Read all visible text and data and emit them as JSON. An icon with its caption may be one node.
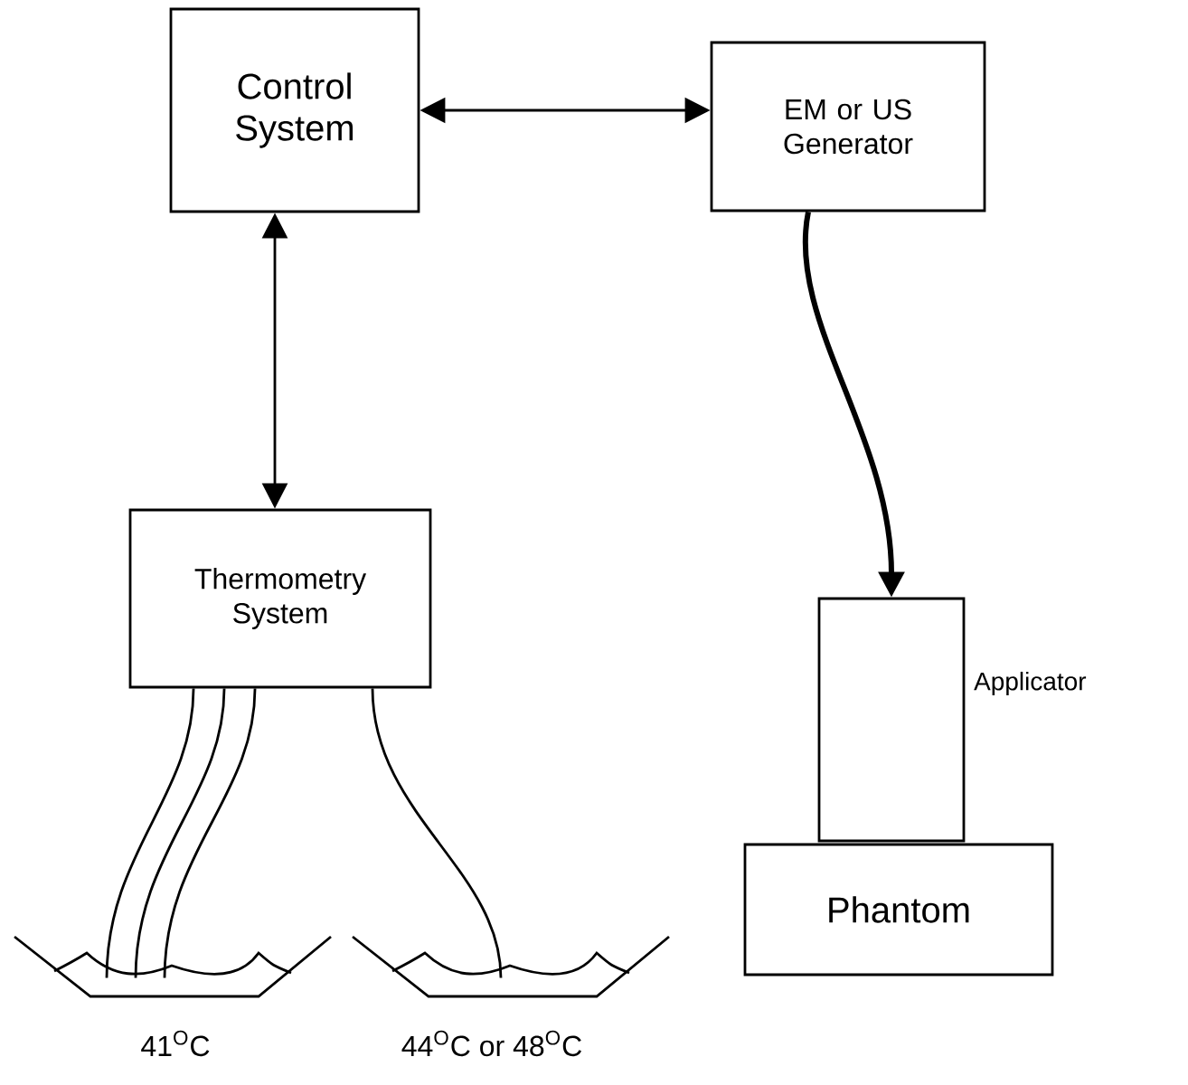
{
  "diagram": {
    "nodes": [
      {
        "text": [
          "Control System"
        ]
      },
      {
        "text": [
          "EM or US Generator"
        ]
      },
      {
        "text": [
          "Thermometry System"
        ]
      },
      {
        "text": [],
        "shape": "box",
        "beside": [
          "Applicator"
        ]
      },
      {
        "text": [
          "Phantom"
        ]
      },
      {
        "text": [
          "41$^{O}$C"
        ]
      },
      {
        "text": [
          "44$^{O}$C or 48$^{O}$C"
        ]
      }
    ],
    "edges": [
      {
        "from": 0,
        "to": 1,
        "arrow": "both"
      },
      {
        "from": 0,
        "to": 2,
        "arrow": "both"
      },
      {
        "from": 1,
        "to": 3,
        "arrow": "to",
        "style": "thick"
      },
      {
        "from": 2,
        "to": 5,
        "arrow": "none"
      },
      {
        "from": 2,
        "to": 5,
        "arrow": "none"
      },
      {
        "from": 2,
        "to": 5,
        "arrow": "none"
      },
      {
        "from": 2,
        "to": 6,
        "arrow": "none"
      }
    ]
  }
}
